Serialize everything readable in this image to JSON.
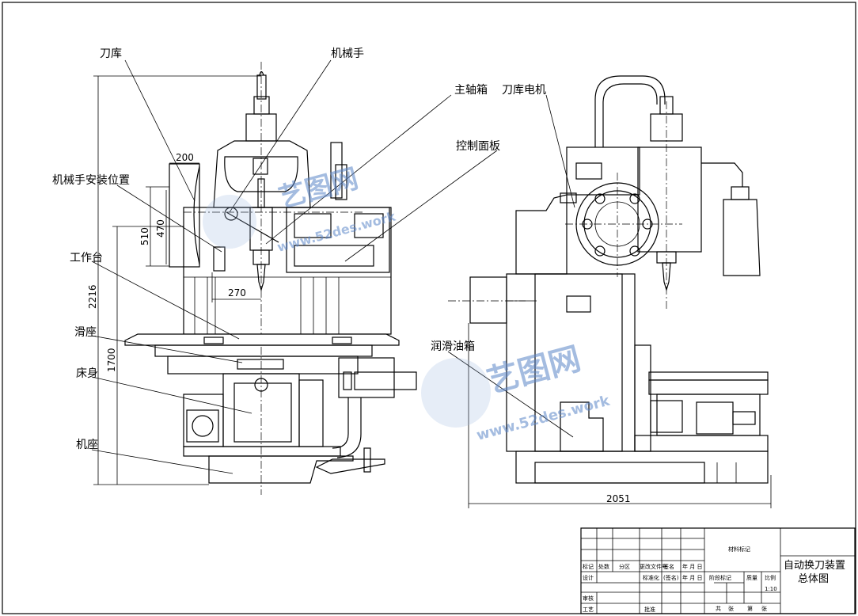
{
  "labels": {
    "tool_magazine": "刀库",
    "manipulator": "机械手",
    "spindle_box": "主轴箱",
    "magazine_motor": "刀库电机",
    "control_panel": "控制面板",
    "manipulator_mount": "机械手安装位置",
    "worktable": "工作台",
    "slide_seat": "滑座",
    "bed": "床身",
    "base": "机座",
    "lube_tank": "润滑油箱"
  },
  "dimensions": {
    "d200": "200",
    "d510": "510",
    "d470": "470",
    "d270": "270",
    "d2216": "2216",
    "d1700": "1700",
    "d2051": "2051"
  },
  "title_block": {
    "material_mark": "材料标记",
    "title_line1": "自动换刀装置",
    "title_line2": "总体图",
    "col_mark": "标记",
    "col_count": "处数",
    "col_zone": "分区",
    "col_doc": "更改文件号",
    "col_sign": "签名",
    "col_date": "年 月 日",
    "design": "设计",
    "standardize": "标准化",
    "sign2": "(签名)",
    "date2": "年 月 日",
    "stage_mark": "阶段标记",
    "weight": "质量",
    "scale": "比例",
    "scale_value": "1:10",
    "review": "审核",
    "process": "工艺",
    "approve": "批准",
    "total": "共",
    "sheets1": "张",
    "page": "第",
    "sheets2": "张"
  },
  "watermark": {
    "brand": "艺图网",
    "url": "www.52des.work"
  },
  "colors": {
    "line": "#000000",
    "watermark": "#5b86c8"
  }
}
